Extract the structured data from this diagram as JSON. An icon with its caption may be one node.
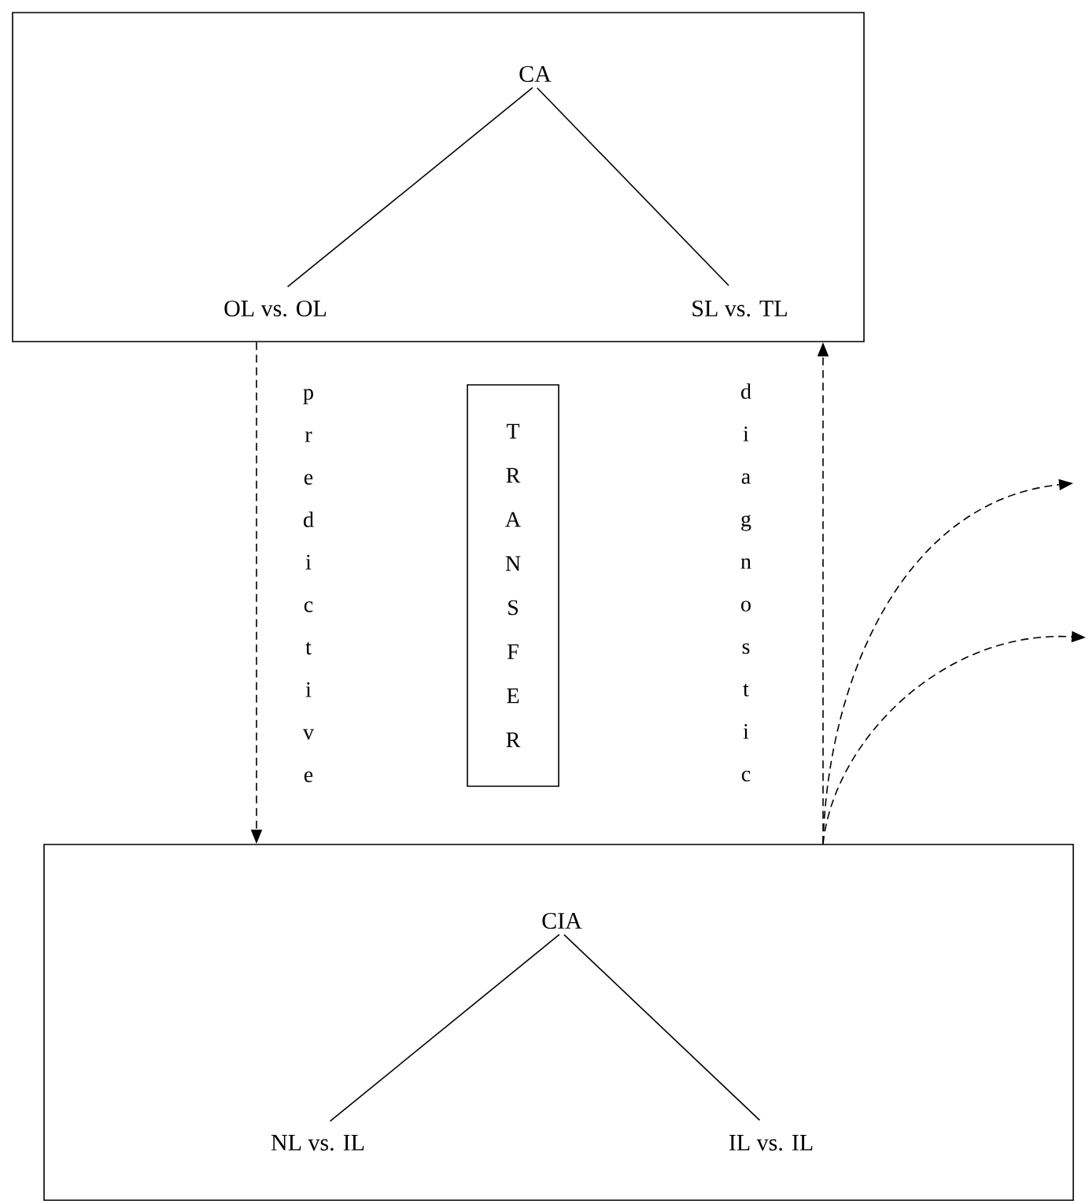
{
  "diagram": {
    "nodes": [
      {
        "text": [],
        "shape": "box"
      },
      {
        "text": [
          "CA"
        ],
        "in": 0
      },
      {
        "text": [
          "OL vs. OL"
        ],
        "in": 0
      },
      {
        "text": [
          "SL vs. TL"
        ],
        "in": 0
      },
      {
        "text": [],
        "shape": "box"
      },
      {
        "text": [
          "CIA"
        ],
        "in": 4
      },
      {
        "text": [
          "NL vs. IL"
        ],
        "in": 4
      },
      {
        "text": [
          "IL vs. IL"
        ],
        "in": 4
      },
      {
        "text": [
          "TRANSFER"
        ]
      }
    ],
    "edges": [
      {
        "from": 1,
        "to": 2,
        "arrow": "none"
      },
      {
        "from": 1,
        "to": 3,
        "arrow": "none"
      },
      {
        "from": 5,
        "to": 6,
        "arrow": "none"
      },
      {
        "from": 5,
        "to": 7,
        "arrow": "none"
      },
      {
        "from": 0,
        "to": 4,
        "arrow": "to",
        "style": "dashed",
        "label": "predictive"
      },
      {
        "from": 4,
        "to": 0,
        "arrow": "to",
        "style": "dashed",
        "label": "diagnostic"
      },
      {
        "from": 4,
        "to": null,
        "arrow": "to",
        "style": "dashed"
      },
      {
        "from": 4,
        "to": null,
        "arrow": "to",
        "style": "dashed"
      }
    ]
  }
}
